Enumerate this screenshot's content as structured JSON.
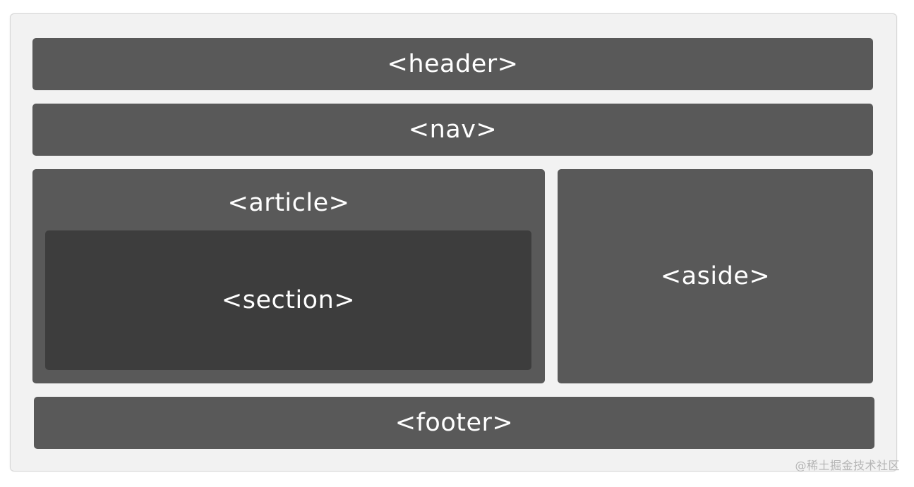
{
  "diagram": {
    "blocks": {
      "header": "<header>",
      "nav": "<nav>",
      "article": "<article>",
      "section": "<section>",
      "aside": "<aside>",
      "footer": "<footer>"
    },
    "colors": {
      "background": "#f2f2f2",
      "block": "#595959",
      "inner_block": "#3d3d3d",
      "text": "#ffffff"
    }
  },
  "watermark": "@稀土掘金技术社区"
}
